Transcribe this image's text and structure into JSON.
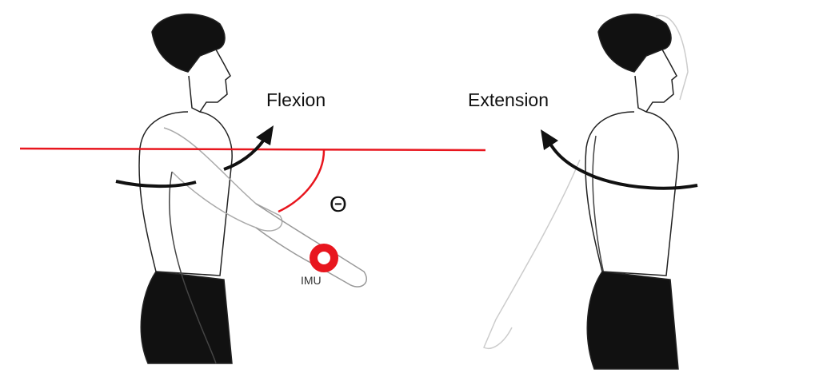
{
  "labels": {
    "flexion": "Flexion",
    "extension": "Extension",
    "angle": "Θ",
    "sensor": "IMU"
  },
  "colors": {
    "reference_line": "#e8161e",
    "imu_marker": "#e8161e",
    "arrow": "#111111",
    "figure_outline": "#222222",
    "shorts": "#111111"
  }
}
